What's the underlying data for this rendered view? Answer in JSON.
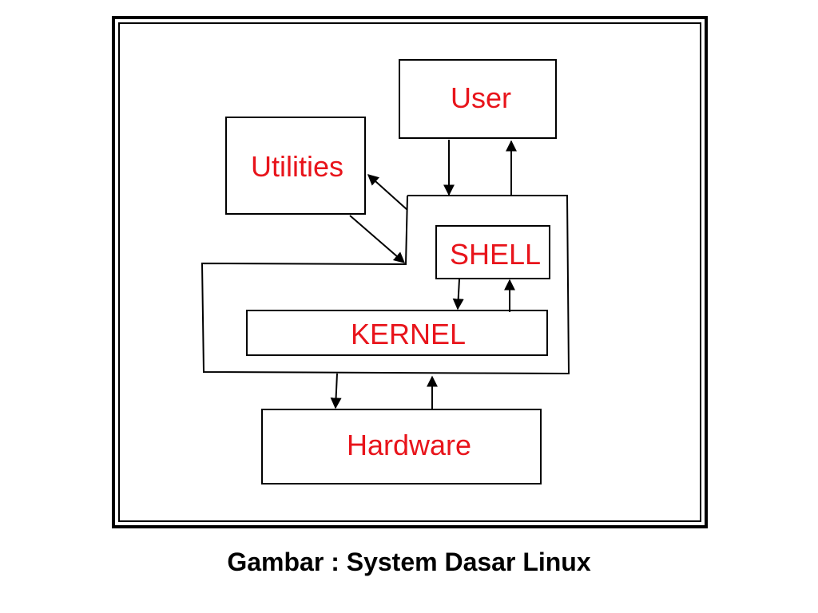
{
  "diagram": {
    "nodes": {
      "user": "User",
      "utilities": "Utilities",
      "shell": "SHELL",
      "kernel": "KERNEL",
      "hardware": "Hardware"
    },
    "caption": "Gambar : System Dasar Linux"
  },
  "colors": {
    "label": "#e8141b",
    "line": "#000000",
    "background": "#ffffff"
  }
}
